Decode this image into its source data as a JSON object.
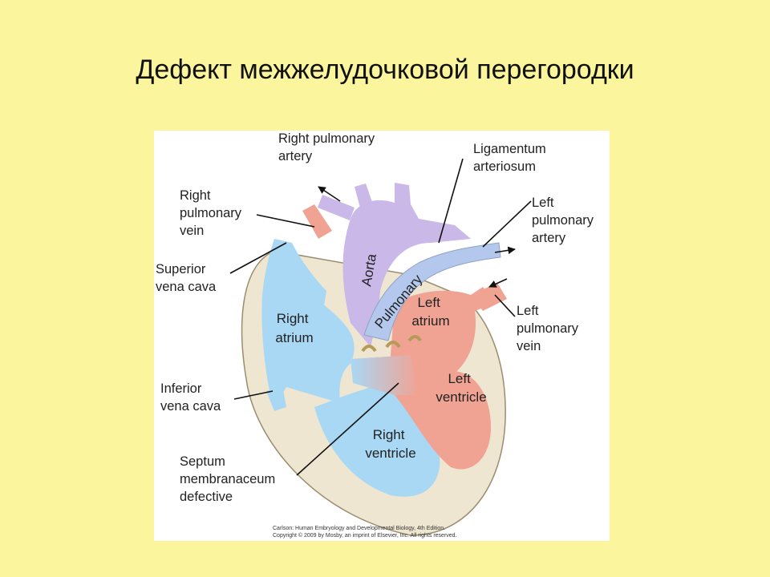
{
  "slide": {
    "title": "Дефект межжелудочковой перегородки"
  },
  "diagram": {
    "labels": {
      "right_pulmonary_artery": [
        "Right pulmonary",
        "artery"
      ],
      "ligamentum_arteriosum": [
        "Ligamentum",
        "arteriosum"
      ],
      "right_pulmonary_vein": [
        "Right",
        "pulmonary",
        "vein"
      ],
      "left_pulmonary_artery": [
        "Left",
        "pulmonary",
        "artery"
      ],
      "superior_vena_cava": [
        "Superior",
        "vena cava"
      ],
      "left_pulmonary_vein": [
        "Left",
        "pulmonary",
        "vein"
      ],
      "inferior_vena_cava": [
        "Inferior",
        "vena cava"
      ],
      "septum": [
        "Septum",
        "membranaceum",
        "defective"
      ]
    },
    "inner_labels": {
      "aorta": "Aorta",
      "pulmonary": "Pulmonary",
      "right_atrium": [
        "Right",
        "atrium"
      ],
      "left_atrium": [
        "Left",
        "atrium"
      ],
      "left_ventricle": [
        "Left",
        "ventricle"
      ],
      "right_ventricle": [
        "Right",
        "ventricle"
      ]
    },
    "credit": [
      "Carlson: Human Embryology and Developmental Biology, 4th Edition.",
      "Copyright © 2009 by Mosby, an imprint of Elsevier, Inc. All rights reserved."
    ],
    "colors": {
      "background": "#fbf59d",
      "panel": "#ffffff",
      "venous_blue": "#a9d8f5",
      "arterial_red": "#f0a393",
      "aorta_purple": "#c9b8e8",
      "pulmonary_blue": "#b3c8ec",
      "tissue": "#efe6d1"
    }
  }
}
